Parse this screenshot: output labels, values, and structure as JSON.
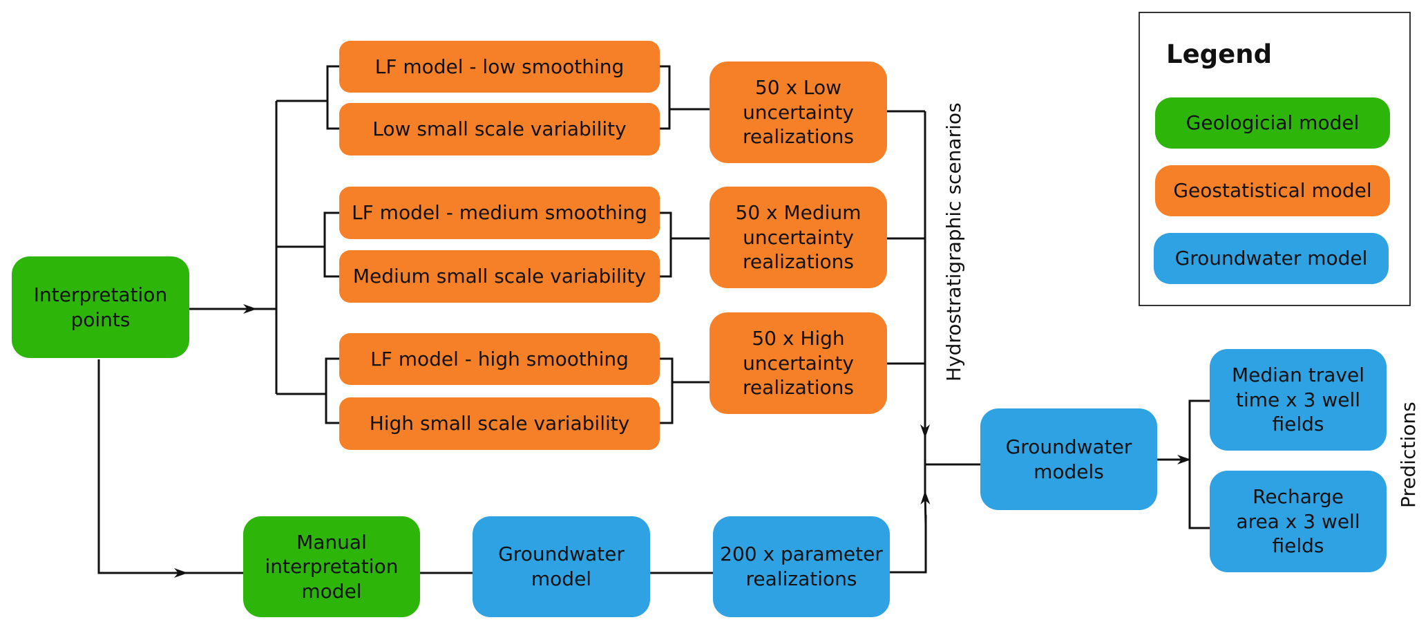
{
  "colors": {
    "geological": "#2db50a",
    "geostatistical": "#f68027",
    "groundwater": "#2ea2e2",
    "line": "#111111"
  },
  "nodes": {
    "interpretation_points": "Interpretation\npoints",
    "lf_low": "LF model - low smoothing",
    "var_low": "Low small scale variability",
    "lf_medium": "LF model - medium smoothing",
    "var_medium": "Medium small scale variability",
    "lf_high": "LF model - high smoothing",
    "var_high": "High small scale variability",
    "real_low": "50 x Low\nuncertainty\nrealizations",
    "real_medium": "50 x Medium\nuncertainty\nrealizations",
    "real_high": "50 x High\nuncertainty\nrealizations",
    "manual_model": "Manual\ninterpretation\nmodel",
    "gw_model": "Groundwater\nmodel",
    "param_real": "200 x parameter\nrealizations",
    "gw_models": "Groundwater\nmodels",
    "pred_travel": "Median travel\ntime x 3 well\nfields",
    "pred_recharge": "Recharge\narea x 3 well\nfields"
  },
  "labels": {
    "hydro": "Hydrostratigraphic scenarios",
    "predictions": "Predictions"
  },
  "legend": {
    "title": "Legend",
    "items": [
      {
        "label": "Geologicial model",
        "type": "geological"
      },
      {
        "label": "Geostatistical model",
        "type": "geostatistical"
      },
      {
        "label": "Groundwater model",
        "type": "groundwater"
      }
    ]
  }
}
